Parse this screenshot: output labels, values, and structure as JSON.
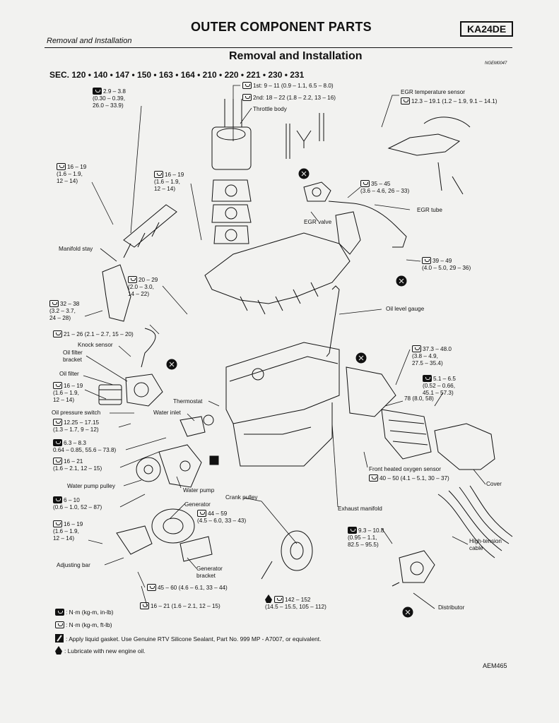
{
  "header": {
    "title": "OUTER COMPONENT PARTS",
    "engine_code": "KA24DE",
    "section": "Removal and Installation",
    "subtitle": "Removal and Installation",
    "figure_code": "NGEM0047",
    "sec_line": "SEC. 120 • 140 • 147 • 150 • 163 • 164 • 210 • 220 • 221 • 230 • 231"
  },
  "labels": {
    "throttle_torque_1": "1st: 9 – 11 (0.9 – 1.1, 6.5 – 8.0)",
    "throttle_torque_2": "2nd: 18 – 22 (1.8 – 2.2, 13 – 16)",
    "throttle_body": "Throttle body",
    "top_left_torque": "2.9 – 3.8\n(0.30 – 0.39,\n26.0 – 33.9)",
    "egr_temp_sensor": "EGR temperature sensor",
    "egr_temp_torque": "12.3 – 19.1 (1.2 – 1.9, 9.1 – 14.1)",
    "left_16_19_a": "16 – 19\n(1.6 – 1.9,\n12 – 14)",
    "mid_16_19": "16 – 19\n(1.6 – 1.9,\n12 – 14)",
    "egr_valve_torque": "35 – 45\n(3.6 – 4.6, 26 – 33)",
    "egr_tube": "EGR tube",
    "egr_valve": "EGR valve",
    "manifold_stay": "Manifold stay",
    "egr_tube_torque": "39 – 49\n(4.0 – 5.0, 29 – 36)",
    "torque_20_29": "20 – 29\n(2.0 – 3.0,\n14 – 22)",
    "torque_32_38": "32 – 38\n(3.2 – 3.7,\n24 – 28)",
    "oil_level_gauge": "Oil level gauge",
    "torque_21_26": "21 – 26 (2.1 – 2.7, 15 – 20)",
    "knock_sensor": "Knock sensor",
    "oil_filter_bracket": "Oil filter\nbracket",
    "torque_37_48": "37.3 – 48.0\n(3.8 – 4.9,\n27.5 – 35.4)",
    "oil_filter": "Oil filter",
    "torque_5_6": "5.1 – 6.5\n(0.52 – 0.66,\n45.1 – 57.3)",
    "left_16_19_b": "16 – 19\n(1.6 – 1.9,\n12 – 14)",
    "thermostat": "Thermostat",
    "torque_78": "78 (8.0, 58)",
    "oil_pressure_switch": "Oil pressure switch",
    "water_inlet": "Water inlet",
    "torque_12_25": "12.25 – 17.15\n(1.3 – 1.7, 9 – 12)",
    "torque_6_3": "6.3 – 8.3\n0.64 – 0.85, 55.6 – 73.8)",
    "torque_16_21_a": "16 – 21\n(1.6 – 2.1, 12 – 15)",
    "front_o2_sensor": "Front heated oxygen sensor",
    "front_o2_torque": "40 – 50 (4.1 – 5.1, 30 – 37)",
    "cover": "Cover",
    "water_pump_pulley": "Water pump pulley",
    "water_pump": "Water pump",
    "crank_pulley": "Crank pulley",
    "torque_6_10": "6 – 10\n(0.6 – 1.0, 52 – 87)",
    "generator": "Generator",
    "torque_44_59": "44 – 59\n(4.5 – 6.0, 33 – 43)",
    "exhaust_manifold": "Exhaust manifold",
    "left_16_19_c": "16 – 19\n(1.6 – 1.9,\n12 – 14)",
    "torque_9_3": "9.3 – 10.8\n(0.95 – 1.1,\n82.5 – 95.5)",
    "high_tension_cable": "High-tension\ncable",
    "adjusting_bar": "Adjusting bar",
    "generator_bracket": "Generator\nbracket",
    "torque_45_60": "45 – 60 (4.6 – 6.1, 33 – 44)",
    "torque_142_152": "142 – 152\n(14.5 – 15.5, 105 – 112)",
    "torque_16_21_b": "16 – 21 (1.6 – 2.1, 12 – 15)",
    "distributor": "Distributor"
  },
  "legend": {
    "nm_kgcm_inlb": ": N·m (kg-m, in-lb)",
    "nm_kgm_ftlb": ": N·m (kg-m, ft-lb)",
    "liquid_gasket": ": Apply liquid gasket.  Use Genuine RTV Silicone Sealant, Part No. 999 MP - A7007, or equivalent.",
    "lubricate": ": Lubricate with new engine oil."
  },
  "doc_code": "AEM465"
}
